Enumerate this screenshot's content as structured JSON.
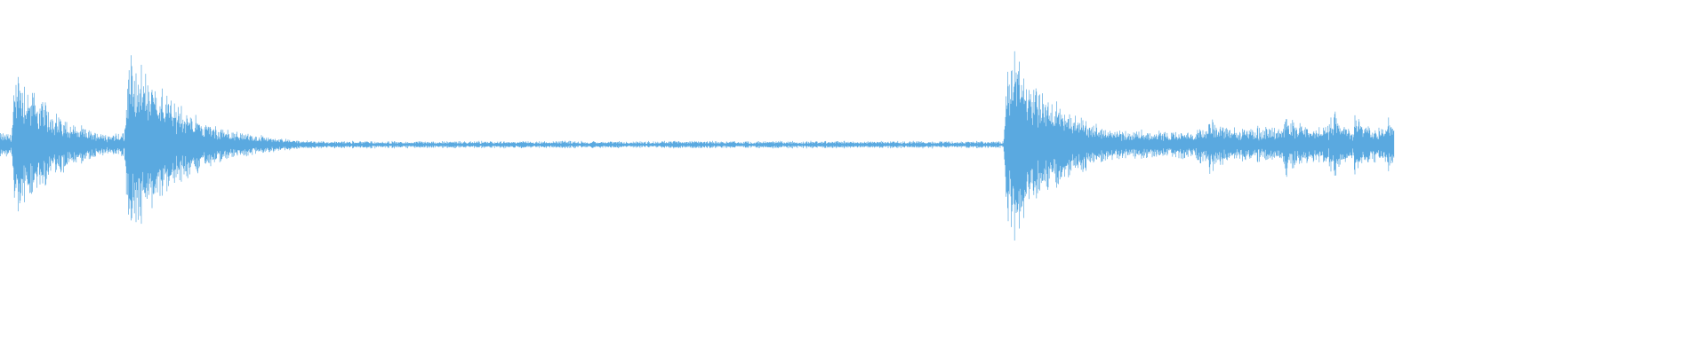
{
  "waveform": {
    "color": "#5aa9e0",
    "background": "#ffffff",
    "baseline_level": 0.03,
    "bursts": [
      {
        "position": 0.011,
        "peak": 0.72,
        "decay": 0.03
      },
      {
        "position": 0.092,
        "peak": 0.8,
        "decay": 0.04
      },
      {
        "position": 0.104,
        "peak": 0.6,
        "decay": 0.03
      },
      {
        "position": 0.723,
        "peak": 0.85,
        "decay": 0.04
      },
      {
        "position": 0.728,
        "peak": 0.7,
        "decay": 0.03
      },
      {
        "position": 0.76,
        "peak": 0.3,
        "decay": 0.02
      },
      {
        "position": 0.868,
        "peak": 0.25,
        "decay": 0.02
      },
      {
        "position": 0.922,
        "peak": 0.28,
        "decay": 0.02
      },
      {
        "position": 0.955,
        "peak": 0.33,
        "decay": 0.015
      },
      {
        "position": 0.972,
        "peak": 0.25,
        "decay": 0.015
      },
      {
        "position": 0.995,
        "peak": 0.22,
        "decay": 0.015
      }
    ],
    "noise_regions": [
      {
        "from": 0.0,
        "to": 0.14,
        "level": 0.1
      },
      {
        "from": 0.14,
        "to": 0.72,
        "level": 0.03
      },
      {
        "from": 0.72,
        "to": 0.86,
        "level": 0.12
      },
      {
        "from": 0.86,
        "to": 1.0,
        "level": 0.15
      }
    ]
  }
}
